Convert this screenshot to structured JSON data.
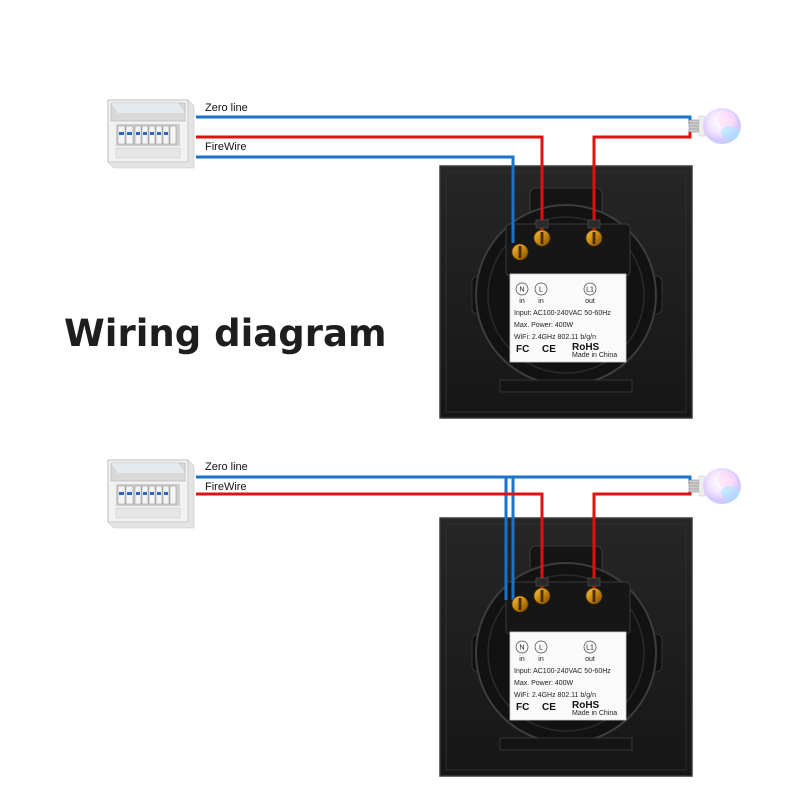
{
  "title": "Wiring diagram",
  "diagrams": [
    {
      "zero_label": "Zero line",
      "fire_label": "FireWire",
      "switch": {
        "terminal_n": "N",
        "terminal_l": "L",
        "terminal_l1": "L1",
        "in_n": "in",
        "in_l": "in",
        "out_l1": "out",
        "input": "Input: AC100-240VAC 50-60Hz",
        "power": "Max. Power: 400W",
        "wifi": "WiFi: 2.4GHz 802.11 b/g/n",
        "fc": "FC",
        "ce": "CE",
        "rohs": "RoHS",
        "made_in": "Made in China"
      }
    },
    {
      "zero_label": "Zero line",
      "fire_label": "FireWire",
      "switch": {
        "terminal_n": "N",
        "terminal_l": "L",
        "terminal_l1": "L1",
        "in_n": "in",
        "in_l": "in",
        "out_l1": "out",
        "input": "Input: AC100-240VAC 50-60Hz",
        "power": "Max. Power: 400W",
        "wifi": "WiFi: 2.4GHz 802.11 b/g/n",
        "fc": "FC",
        "ce": "CE",
        "rohs": "RoHS",
        "made_in": "Made in China"
      }
    }
  ],
  "colors": {
    "zero_wire": "#1a72c9",
    "fire_wire": "#e01010",
    "panel": "#1c1c1c",
    "title": "#1e1e1e"
  }
}
